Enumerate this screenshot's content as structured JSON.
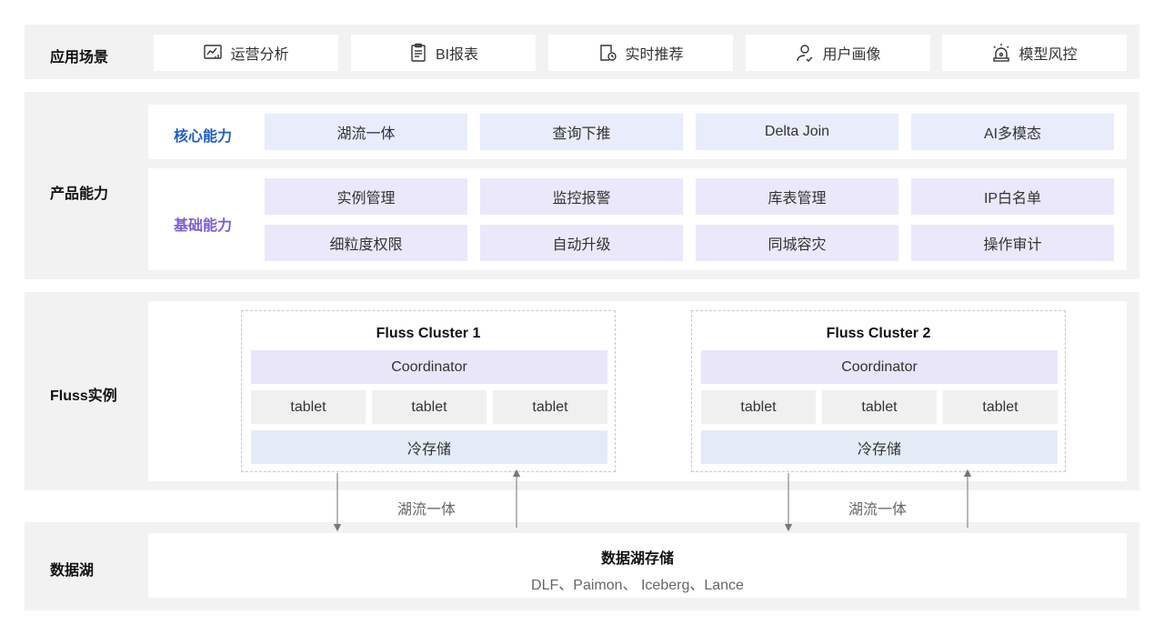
{
  "scenarios": {
    "label": "应用场景",
    "items": [
      {
        "label": "运营分析",
        "icon": "chart-monitor-icon"
      },
      {
        "label": "BI报表",
        "icon": "report-clipboard-icon"
      },
      {
        "label": "实时推荐",
        "icon": "clock-document-icon"
      },
      {
        "label": "用户画像",
        "icon": "user-profile-icon"
      },
      {
        "label": "模型风控",
        "icon": "alarm-light-icon"
      }
    ]
  },
  "product": {
    "label": "产品能力",
    "core": {
      "label": "核心能力",
      "items": [
        "湖流一体",
        "查询下推",
        "Delta Join",
        "AI多模态"
      ]
    },
    "basic": {
      "label": "基础能力",
      "items": [
        "实例管理",
        "监控报警",
        "库表管理",
        "IP白名单",
        "细粒度权限",
        "自动升级",
        "同城容灾",
        "操作审计"
      ]
    }
  },
  "instances": {
    "label": "Fluss实例",
    "clusters": [
      {
        "title": "Fluss Cluster 1",
        "coordinator": "Coordinator",
        "tablets": [
          "tablet",
          "tablet",
          "tablet"
        ],
        "cold_storage": "冷存储"
      },
      {
        "title": "Fluss Cluster 2",
        "coordinator": "Coordinator",
        "tablets": [
          "tablet",
          "tablet",
          "tablet"
        ],
        "cold_storage": "冷存储"
      }
    ],
    "flow_labels": [
      "湖流一体",
      "湖流一体"
    ]
  },
  "lake": {
    "label": "数据湖",
    "title": "数据湖存储",
    "formats": "DLF、Paimon、 Iceberg、Lance"
  },
  "colors": {
    "core_label": "#1f5fbf",
    "basic_label": "#7a5cd6",
    "core_bg": "#e8ecfb",
    "basic_bg": "#ebe8fb",
    "band_bg": "#f2f2f2"
  }
}
